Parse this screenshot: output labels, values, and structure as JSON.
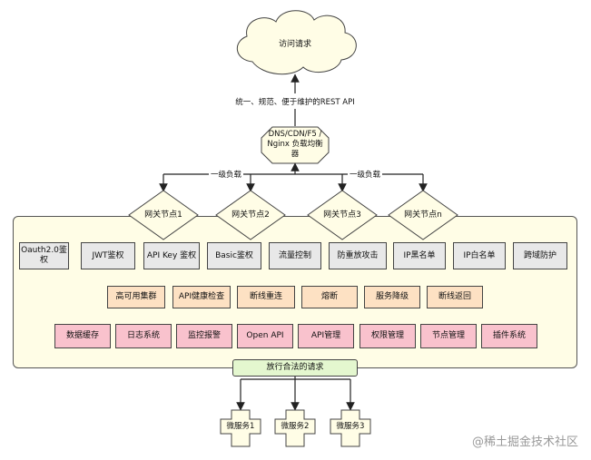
{
  "request": {
    "cloud_label": "访问请求",
    "api_note": "统一、规范、便于维护的REST API"
  },
  "balancer": {
    "label": "DNS/CDN/F5 / Nginx 负载均衡器",
    "left_edge_label": "一级负载",
    "right_edge_label": "一级负载"
  },
  "gateway_nodes": [
    "网关节点1",
    "网关节点2",
    "网关节点3",
    "网关节点n"
  ],
  "row_gray": [
    "Oauth2.0鉴权",
    "JWT鉴权",
    "API Key 鉴权",
    "Basic鉴权",
    "流量控制",
    "防重放攻击",
    "IP黑名单",
    "IP白名单",
    "跨域防护"
  ],
  "row_orange": [
    "高可用集群",
    "API健康检查",
    "断线重连",
    "熔断",
    "服务降级",
    "断线返回"
  ],
  "row_pink": [
    "数据缓存",
    "日志系统",
    "监控报警",
    "Open API",
    "API管理",
    "权限管理",
    "节点管理",
    "插件系统"
  ],
  "pass_label": "放行合法的请求",
  "services": [
    "微服务1",
    "微服务2",
    "微服务3"
  ],
  "watermark": "@稀土掘金技术社区",
  "colors": {
    "gray_fill": "#e8e8e8",
    "orange_fill": "#fde1c3",
    "pink_fill": "#f9c2cd",
    "pass_fill": "#e4f7cf",
    "panel_fill": "#fffde6",
    "shape_fill": "#fffde6"
  }
}
